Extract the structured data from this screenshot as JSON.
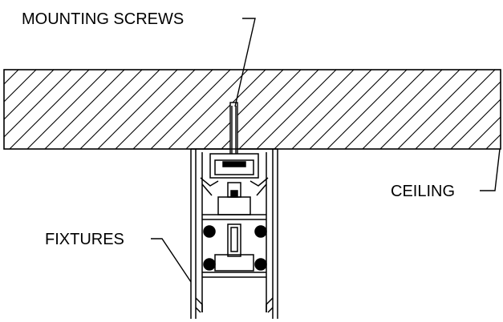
{
  "labels": {
    "mounting_screws": "MOUNTING SCREWS",
    "ceiling": "CEILING",
    "fixtures": "FIXTURES"
  },
  "colors": {
    "ink": "#000000",
    "background": "#ffffff"
  }
}
